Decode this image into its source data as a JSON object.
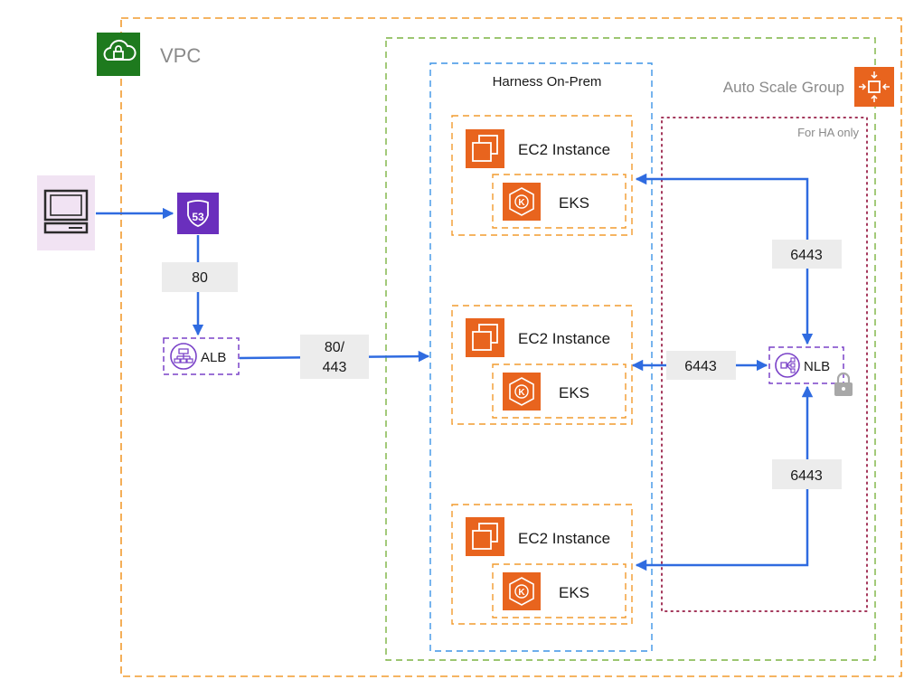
{
  "vpc": {
    "label": "VPC"
  },
  "auto_scale_group": {
    "label": "Auto Scale Group"
  },
  "harness": {
    "label": "Harness On-Prem"
  },
  "ha_zone": {
    "label": "For HA only"
  },
  "instances": [
    {
      "ec2_label": "EC2 Instance",
      "eks_label": "EKS"
    },
    {
      "ec2_label": "EC2 Instance",
      "eks_label": "EKS"
    },
    {
      "ec2_label": "EC2 Instance",
      "eks_label": "EKS"
    }
  ],
  "alb": {
    "label": "ALB"
  },
  "nlb": {
    "label": "NLB"
  },
  "ports": {
    "route53_to_alb": "80",
    "alb_to_harness_line1": "80/",
    "alb_to_harness_line2": "443",
    "nlb_to_top": "6443",
    "nlb_to_middle": "6443",
    "nlb_to_bottom": "6443"
  },
  "colors": {
    "vpc_border": "#f29b2e",
    "vpc_icon": "#1e7a1e",
    "asg_border": "#7cb342",
    "asg_icon": "#e8641e",
    "harness_border": "#3d94e6",
    "ec2_border": "#f29b2e",
    "ha_border": "#a3365a",
    "arrow": "#2f6be0",
    "route53": "#6a2fbd",
    "lb_border": "#7a42c8",
    "port_bg": "#ececec",
    "client_bg": "#f1e3f3"
  }
}
